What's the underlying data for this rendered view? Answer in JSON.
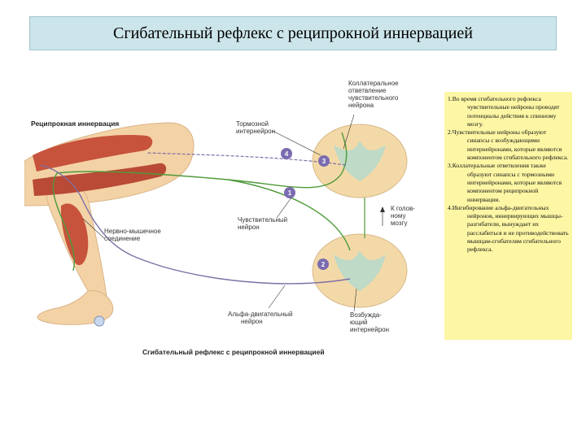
{
  "page": {
    "title": "Сгибательный рефлекс с реципрокной иннервацией"
  },
  "figure": {
    "section_label": "Реципрокная иннервация",
    "caption": "Сгибательный рефлекс с реципрокной иннервацией",
    "markers": [
      "1",
      "2",
      "3",
      "4"
    ],
    "labels": {
      "collateral": [
        "Коллатеральное",
        "ответвление",
        "чувствительного",
        "нейрона"
      ],
      "inhibitory": [
        "Тормозной",
        "интернейрон"
      ],
      "sensory": [
        "Чувствительный",
        "нейрон"
      ],
      "to_brain": [
        "К голов-",
        "ному",
        "мозгу"
      ],
      "neuromuscular": [
        "Нервно-мышечное",
        "соединение"
      ],
      "alpha_motor": [
        "Альфа-двигательный",
        "нейрон"
      ],
      "excitatory": [
        "Возбужда-",
        "ющий",
        "интернейрон"
      ]
    },
    "colors": {
      "skin": "#f3d2a6",
      "muscle": "#c7533c",
      "spinal_cord": "#f4d9a8",
      "sensory_nerve": "#4f9b3a",
      "motor_nerve": "#7d6fa6",
      "marker": "#7b6bb0"
    }
  },
  "notes": [
    "1.Во время сгибательного рефлекса чувствительные нейроны проводят потенциалы действия к спинному мозгу.",
    "2.Чувствительные нейроны образуют синапсы с возбуждающими интернейронами, которые являются компонентом сгибательного рефлекса.",
    "3.Коллатеральные ответвления также образуют синапсы с тормозными интернейронами, которые являются компонентом реципрокной иннервации.",
    "4.Ингибирование альфа-двигательных нейронов, иннервирующих мышцы-разгибатели, вынуждает их расслабиться и не противодействовать мышцам-сгибателям сгибательного рефлекса."
  ]
}
